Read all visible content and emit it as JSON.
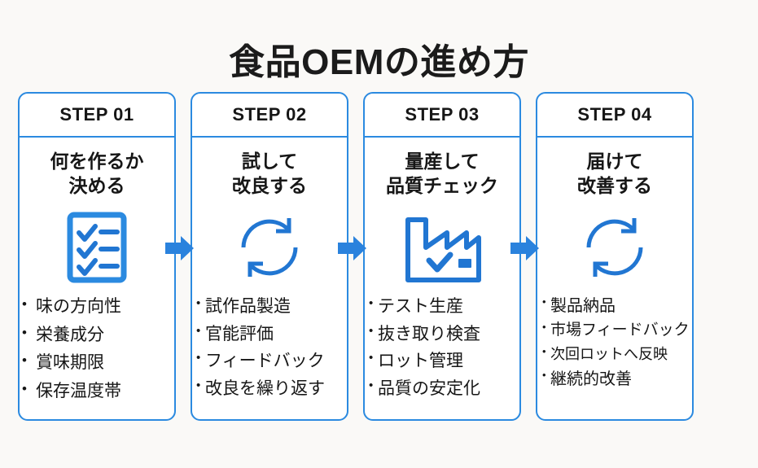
{
  "page": {
    "title": "食品OEMの進め方",
    "background_color": "#faf9f7",
    "accent_color": "#2b8ae0",
    "text_color": "#161616"
  },
  "steps": [
    {
      "badge": "STEP 01",
      "heading_line1": "何を作るか",
      "heading_line2": "決める",
      "icon": "checklist-icon",
      "bullets": [
        "味の方向性",
        "栄養成分",
        "賞味期限",
        "保存温度帯"
      ]
    },
    {
      "badge": "STEP 02",
      "heading_line1": "試して",
      "heading_line2": "改良する",
      "icon": "refresh-cycle-icon",
      "bullets": [
        "試作品製造",
        "官能評価",
        "フィードバック",
        "改良を繰り返す"
      ]
    },
    {
      "badge": "STEP 03",
      "heading_line1": "量産して",
      "heading_line2": "品質チェック",
      "icon": "factory-check-icon",
      "bullets": [
        "テスト生産",
        "抜き取り検査",
        "ロット管理",
        "品質の安定化"
      ]
    },
    {
      "badge": "STEP 04",
      "heading_line1": "届けて",
      "heading_line2": "改善する",
      "icon": "refresh-cycle-icon",
      "bullets": [
        "製品納品",
        "市場フィードバック",
        "次回ロットへ反映",
        "継続的改善"
      ]
    }
  ],
  "connectors": [
    {
      "icon": "arrow-right-icon"
    },
    {
      "icon": "arrow-right-icon"
    },
    {
      "icon": "arrow-right-icon"
    }
  ]
}
